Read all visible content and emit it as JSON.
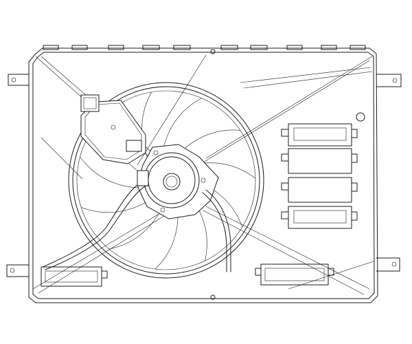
{
  "drawing": {
    "subject": "",
    "line_color": "#1a1a1a",
    "background": "#ffffff",
    "fan_blade_count": 11,
    "right_vent_count": 4,
    "bottom_vent_count": 2
  }
}
